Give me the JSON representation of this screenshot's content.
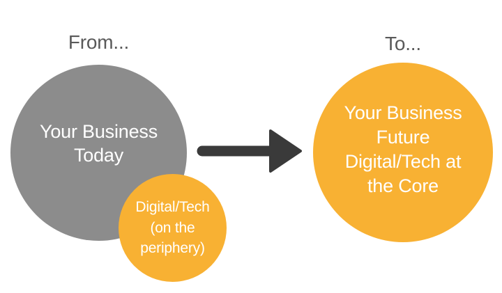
{
  "colors": {
    "gray_circle": "#8C8C8C",
    "orange_circle": "#F8B133",
    "arrow": "#3A3A3A",
    "label_text": "#595959",
    "circle_text": "#FFFFFF",
    "background": "#FFFFFF"
  },
  "from_section": {
    "label": "From...",
    "main_circle_text": "Your Business\nToday",
    "periphery_circle_text": "Digital/Tech\n(on the\nperiphery)"
  },
  "to_section": {
    "label": "To...",
    "main_circle_text": "Your Business\nFuture\nDigital/Tech at\nthe Core"
  }
}
